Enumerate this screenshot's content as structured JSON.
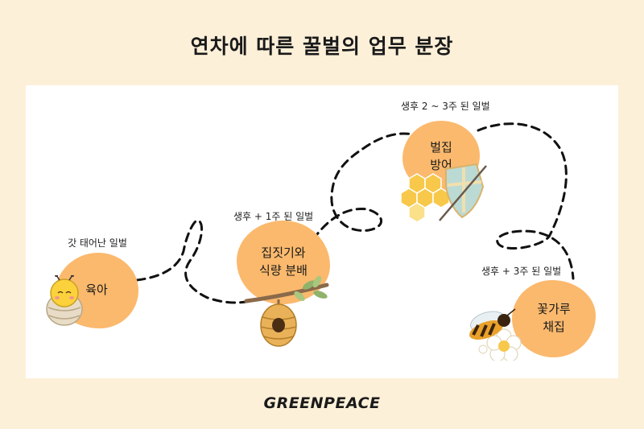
{
  "title": "연차에 따른 꿀벌의 업무 분장",
  "stages": [
    {
      "age": "갓 태어난 일벌",
      "task_lines": [
        "육아"
      ]
    },
    {
      "age": "생후 + 1주 된 일벌",
      "task_lines": [
        "집짓기와",
        "식량 분배"
      ]
    },
    {
      "age": "생후 2 ~ 3주 된 일벌",
      "task_lines": [
        "벌집",
        "방어"
      ]
    },
    {
      "age": "생후 + 3주 된 일벌",
      "task_lines": [
        "꽃가루",
        "채집"
      ]
    }
  ],
  "footer": "GREENPEACE",
  "colors": {
    "background": "#fdf0d9",
    "panel": "#ffffff",
    "blob": "#fbb96d",
    "honeycomb": "#f7c84a",
    "shield": "#bcdad4"
  },
  "icons": [
    "baby-bee-icon",
    "beehive-icon",
    "honeycomb-shield-icon",
    "bee-flower-icon"
  ]
}
